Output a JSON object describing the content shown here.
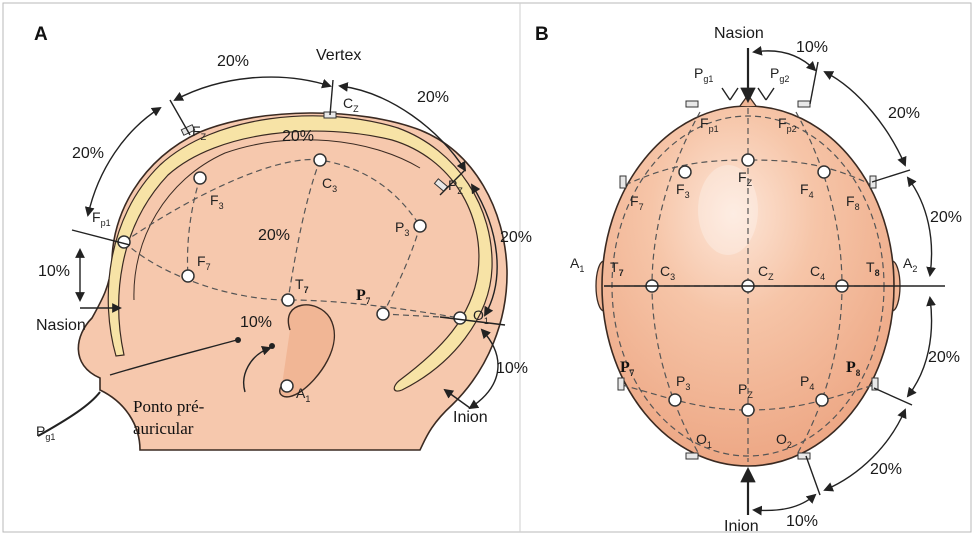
{
  "panels": {
    "a": "A",
    "b": "B"
  },
  "colors": {
    "skin": "#f4c3a6",
    "skin_dark": "#eba78a",
    "cortex": "#f6e4a6",
    "outline": "#3a2a22",
    "line": "#555555"
  },
  "side_view": {
    "landmarks": {
      "vertex": "Vertex",
      "nasion": "Nasion",
      "inion": "Inion",
      "preauricular_line1": "Ponto pré-",
      "preauricular_line2": "auricular"
    },
    "percents": {
      "fz_cz": "20%",
      "cz_pz": "20%",
      "fp1_fz": "20%",
      "inner_top": "20%",
      "mid": "20%",
      "nasion_fp1": "10%",
      "pz_o1": "20%",
      "o1_inion": "10%",
      "ear": "10%"
    },
    "electrodes": {
      "fz": [
        "F",
        "Z"
      ],
      "cz": [
        "C",
        "Z"
      ],
      "pz": [
        "P",
        "Z"
      ],
      "fp1": [
        "F",
        "p1"
      ],
      "f3": [
        "F",
        "3"
      ],
      "c3": [
        "C",
        "3"
      ],
      "p3": [
        "P",
        "3"
      ],
      "f7": [
        "F",
        "7"
      ],
      "t7": [
        "T",
        "7"
      ],
      "p7": [
        "P",
        "7"
      ],
      "o1": [
        "O",
        "1"
      ],
      "a1": [
        "A",
        "1"
      ],
      "pg1": [
        "P",
        "g1"
      ]
    }
  },
  "top_view": {
    "landmarks": {
      "nasion": "Nasion",
      "inion": "Inion"
    },
    "percents": {
      "top": "10%",
      "r1": "20%",
      "r2": "20%",
      "r3": "20%",
      "r4": "20%",
      "bottom": "10%"
    },
    "electrodes": {
      "pg1": [
        "P",
        "g1"
      ],
      "pg2": [
        "P",
        "g2"
      ],
      "fp1": [
        "F",
        "p1"
      ],
      "fp2": [
        "F",
        "p2"
      ],
      "f7": [
        "F",
        "7"
      ],
      "f3": [
        "F",
        "3"
      ],
      "fz": [
        "F",
        "Z"
      ],
      "f4": [
        "F",
        "4"
      ],
      "f8": [
        "F",
        "8"
      ],
      "a1": [
        "A",
        "1"
      ],
      "t7": [
        "T",
        "7"
      ],
      "c3": [
        "C",
        "3"
      ],
      "cz": [
        "C",
        "Z"
      ],
      "c4": [
        "C",
        "4"
      ],
      "t8": [
        "T",
        "8"
      ],
      "a2": [
        "A",
        "2"
      ],
      "p7": [
        "P",
        "7"
      ],
      "p3": [
        "P",
        "3"
      ],
      "pz": [
        "P",
        "Z"
      ],
      "p4": [
        "P",
        "4"
      ],
      "p8": [
        "P",
        "8"
      ],
      "o1": [
        "O",
        "1"
      ],
      "o2": [
        "O",
        "2"
      ]
    }
  }
}
